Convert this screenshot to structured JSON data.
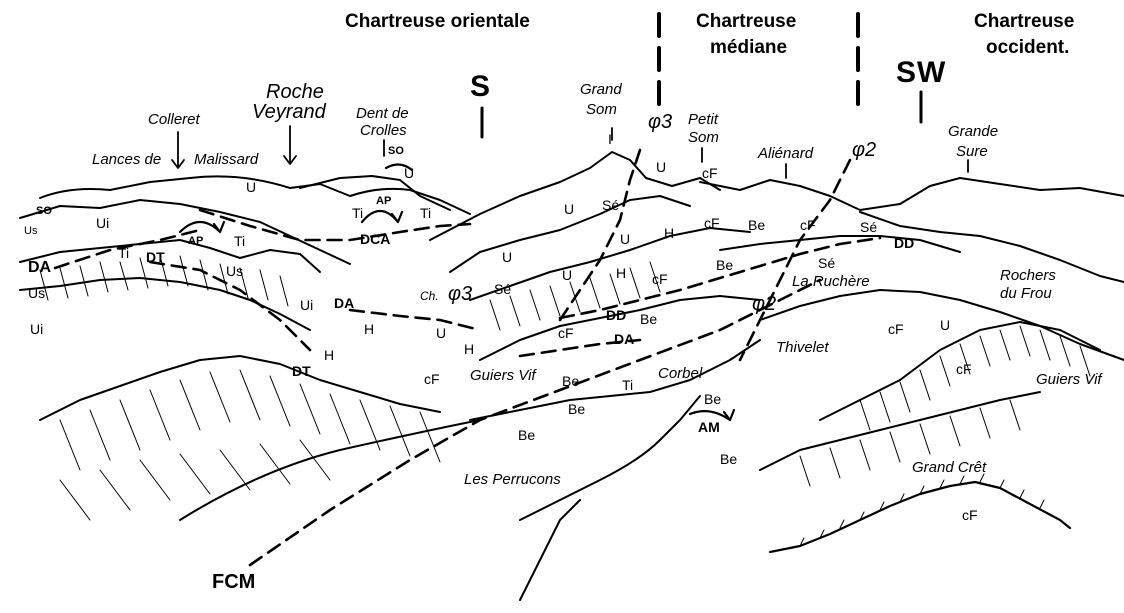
{
  "regions": {
    "orientale": "Chartreuse    orientale",
    "mediane_1": "Chartreuse",
    "mediane_2": "médiane",
    "occident_1": "Chartreuse",
    "occident_2": "occident."
  },
  "directions": {
    "south": "S",
    "southwest": "SW"
  },
  "places": {
    "colleret": "Colleret",
    "lances": "Lances de",
    "malissard": "Malissard",
    "roche_1": "Roche",
    "roche_2": "Veyrand",
    "dent_1": "Dent de",
    "dent_2": "Crolles",
    "grand_som_1": "Grand",
    "grand_som_2": "Som",
    "petit_som_1": "Petit",
    "petit_som_2": "Som",
    "alienard": "Aliénard",
    "grande_sure_1": "Grande",
    "grande_sure_2": "Sure",
    "la_ruchere": "La Ruchère",
    "rochers_1": "Rochers",
    "rochers_2": "du Frou",
    "thivelet": "Thivelet",
    "corbel": "Corbel",
    "guiers_vif_1": "Guiers Vif",
    "guiers_vif_2": "Guiers Vif",
    "perrucons": "Les Perrucons",
    "grand_cret": "Grand Crêt",
    "ch": "Ch."
  },
  "faults": {
    "phi3": "φ3",
    "phi2": "φ2",
    "fcm": "FCM",
    "da": "DA",
    "dt": "DT",
    "dca": "DCA",
    "dd": "DD",
    "ap": "AP",
    "am": "AM",
    "so": "SO"
  },
  "units": {
    "U": "U",
    "Ui": "Ui",
    "Us": "Us",
    "Ti": "Ti",
    "Se": "Sé",
    "H": "H",
    "cF": "cF",
    "Be": "Be",
    "I": "I"
  }
}
